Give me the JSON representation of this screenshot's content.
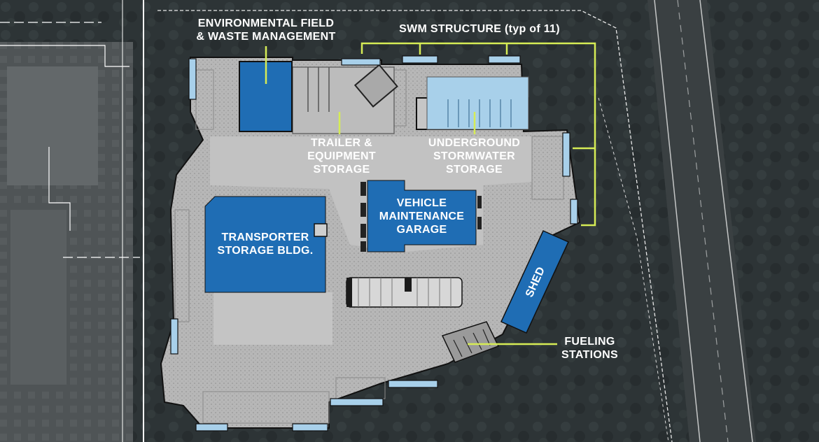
{
  "map": {
    "labels": {
      "env_field": [
        "ENVIRONMENTAL FIELD",
        "& WASTE MANAGEMENT"
      ],
      "swm_structure": "SWM STRUCTURE (typ of 11)",
      "trailer": [
        "TRAILER &",
        "EQUIPMENT",
        "STORAGE"
      ],
      "underground": [
        "UNDERGROUND",
        "STORMWATER",
        "STORAGE"
      ],
      "transporter": [
        "TRANSPORTER",
        "STORAGE BLDG."
      ],
      "vehicle": [
        "VEHICLE",
        "MAINTENANCE",
        "GARAGE"
      ],
      "shed": "SHED",
      "fueling": [
        "FUELING",
        "STATIONS"
      ]
    },
    "colors": {
      "building_blue": "#1f6db4",
      "light_blue": "#a8d0ea",
      "leader_green": "#d6ec55",
      "pavement": "#b9b9b9",
      "surroundings": "#2e3537"
    }
  }
}
